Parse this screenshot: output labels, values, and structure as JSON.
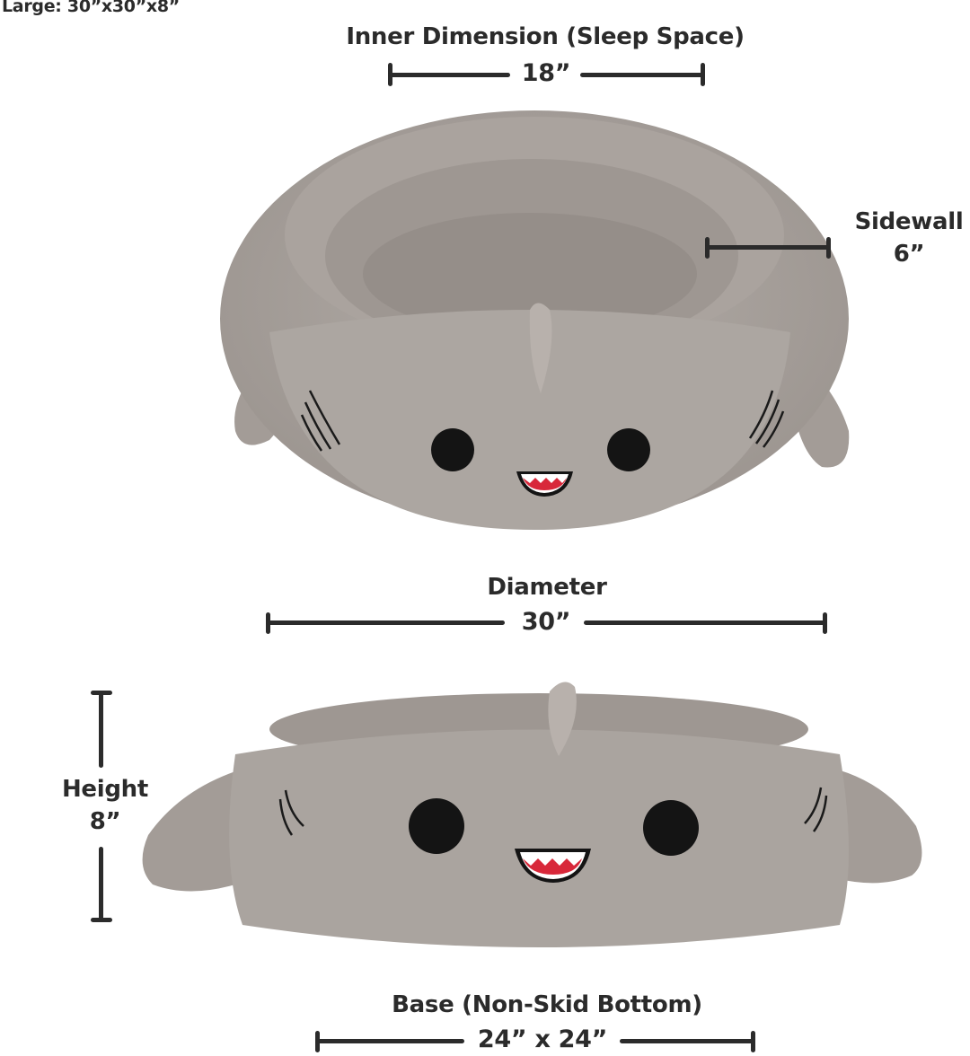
{
  "header": {
    "size_label": "Large: 30”x30”x8”"
  },
  "dimensions": {
    "inner": {
      "title": "Inner Dimension (Sleep Space)",
      "value": "18”"
    },
    "sidewall": {
      "title": "Sidewall",
      "value": "6”"
    },
    "diameter": {
      "title": "Diameter",
      "value": "30”"
    },
    "height": {
      "title": "Height",
      "value": "8”"
    },
    "base": {
      "title": "Base (Non-Skid Bottom)",
      "value": "24” x 24”"
    }
  },
  "product": {
    "name": "Shark pet bed",
    "views": [
      "top-angled view",
      "front view"
    ],
    "colors": {
      "plush": "#a8a19c",
      "plush_light": "#bab4af",
      "plush_dark": "#8f8883",
      "eye": "#141414",
      "mouth_red": "#d8283a",
      "teeth": "#ffffff",
      "annotation": "#2b2b2b"
    }
  }
}
